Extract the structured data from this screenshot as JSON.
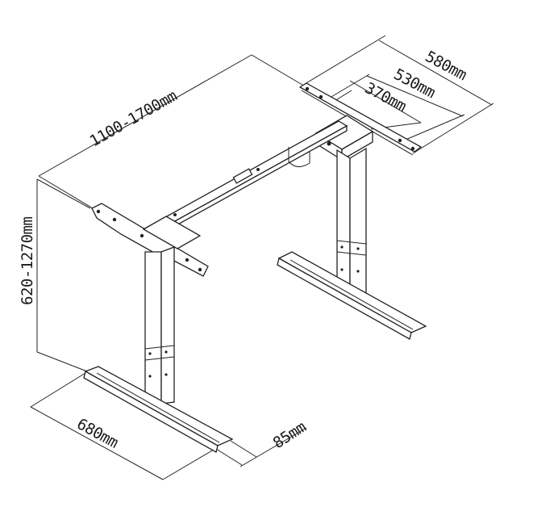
{
  "dimensions": {
    "width_range": "1100-1700mm",
    "height_range": "620-1270mm",
    "top_frame_580": "580mm",
    "top_frame_530": "530mm",
    "top_frame_370": "370mm",
    "foot_length": "680mm",
    "foot_width": "85mm"
  }
}
